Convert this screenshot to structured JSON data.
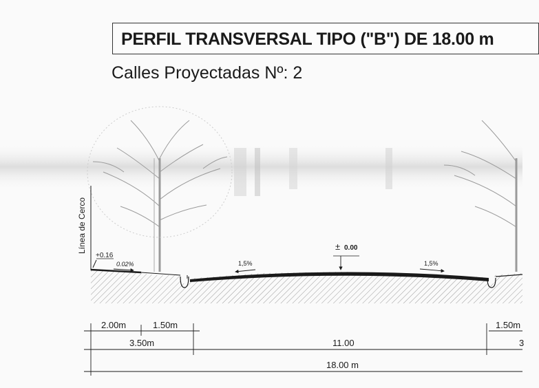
{
  "title": "PERFIL TRANSVERSAL TIPO (\"B\")  DE 18.00 m",
  "subtitle": "Calles Proyectadas Nº: 2",
  "labels": {
    "linea_cerco": "Línea de Cerco",
    "elev_edge": "+0.16",
    "elev_center_sign": "±",
    "elev_center": "0.00",
    "slope_sidewalk": "0.02%",
    "slope_left": "1,5%",
    "slope_right": "1,5%"
  },
  "dimensions": {
    "d1": "2.00m",
    "d2": "1.50m",
    "d3": "3.50m",
    "d4": "11.00",
    "d5": "18.00 m",
    "d6": "1.50m",
    "d7": "3"
  }
}
